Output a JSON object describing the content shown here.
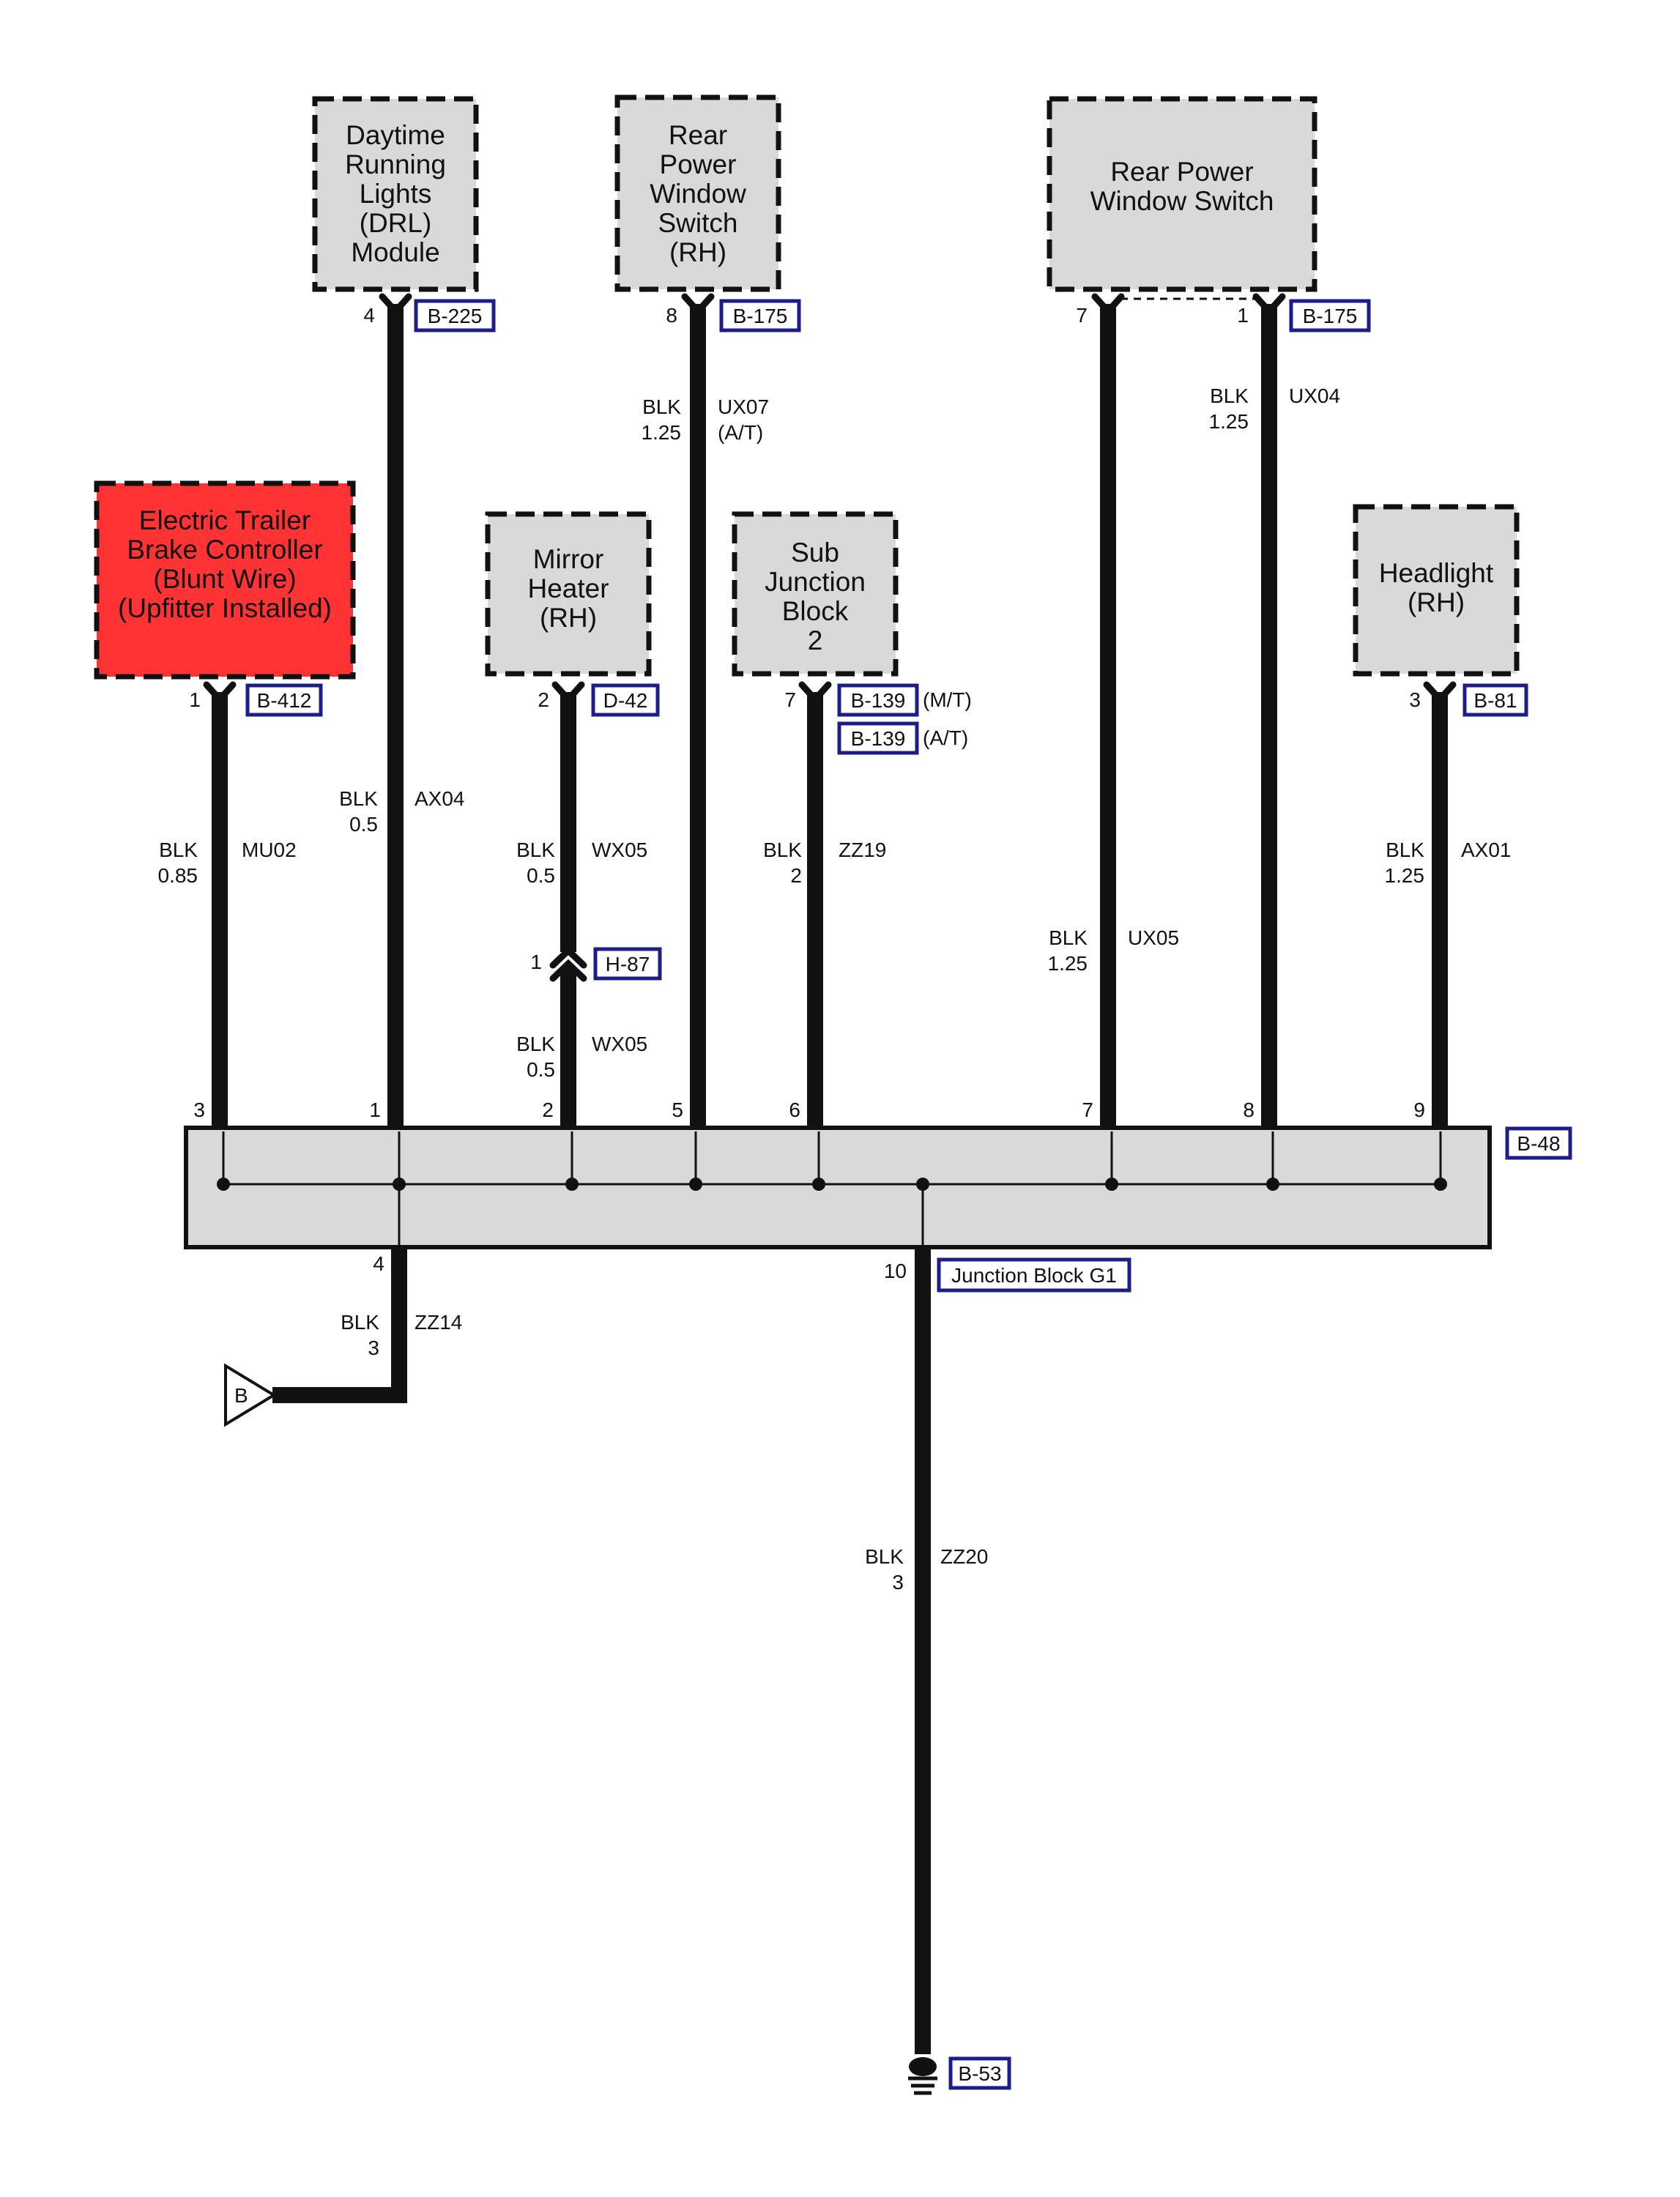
{
  "components": {
    "drl": [
      "Daytime",
      "Running",
      "Lights",
      "(DRL)",
      "Module"
    ],
    "rpws_rh": [
      "Rear",
      "Power",
      "Window",
      "Switch",
      "(RH)"
    ],
    "rpws": [
      "Rear Power",
      "Window Switch"
    ],
    "trailer": [
      "Electric Trailer",
      "Brake Controller",
      "(Blunt Wire)",
      "(Upfitter Installed)"
    ],
    "mirror": [
      "Mirror",
      "Heater",
      "(RH)"
    ],
    "subjb": [
      "Sub",
      "Junction",
      "Block",
      "2"
    ],
    "headlight": [
      "Headlight",
      "(RH)"
    ]
  },
  "connectors": {
    "b225": "B-225",
    "b175a": "B-175",
    "b175b": "B-175",
    "b412": "B-412",
    "d42": "D-42",
    "b139a": "B-139",
    "b139b": "B-139",
    "b81": "B-81",
    "h87": "H-87",
    "b48": "B-48",
    "jbg1": "Junction Block G1",
    "b53": "B-53"
  },
  "pins": {
    "drl": "4",
    "rpws_rh": "8",
    "rpws_left": "7",
    "rpws_right": "1",
    "trailer": "1",
    "mirror": "2",
    "subjb": "7",
    "headlight": "3",
    "h87": "1",
    "jb_3": "3",
    "jb_1": "1",
    "jb_2": "2",
    "jb_5": "5",
    "jb_6": "6",
    "jb_7": "7",
    "jb_8": "8",
    "jb_9": "9",
    "jb_4": "4",
    "jb_10": "10"
  },
  "variants": {
    "mt": "(M/T)",
    "at": "(A/T)",
    "at2": "(A/T)"
  },
  "wires": {
    "ax04": {
      "color": "BLK",
      "size": "0.5",
      "code": "AX04"
    },
    "ux07": {
      "color": "BLK",
      "size": "1.25",
      "code": "UX07"
    },
    "ux04": {
      "color": "BLK",
      "size": "1.25",
      "code": "UX04"
    },
    "mu02": {
      "color": "BLK",
      "size": "0.85",
      "code": "MU02"
    },
    "wx05a": {
      "color": "BLK",
      "size": "0.5",
      "code": "WX05"
    },
    "wx05b": {
      "color": "BLK",
      "size": "0.5",
      "code": "WX05"
    },
    "zz19": {
      "color": "BLK",
      "size": "2",
      "code": "ZZ19"
    },
    "ux05": {
      "color": "BLK",
      "size": "1.25",
      "code": "UX05"
    },
    "ax01": {
      "color": "BLK",
      "size": "1.25",
      "code": "AX01"
    },
    "zz14": {
      "color": "BLK",
      "size": "3",
      "code": "ZZ14"
    },
    "zz20": {
      "color": "BLK",
      "size": "3",
      "code": "ZZ20"
    }
  },
  "ground_ref": "B"
}
